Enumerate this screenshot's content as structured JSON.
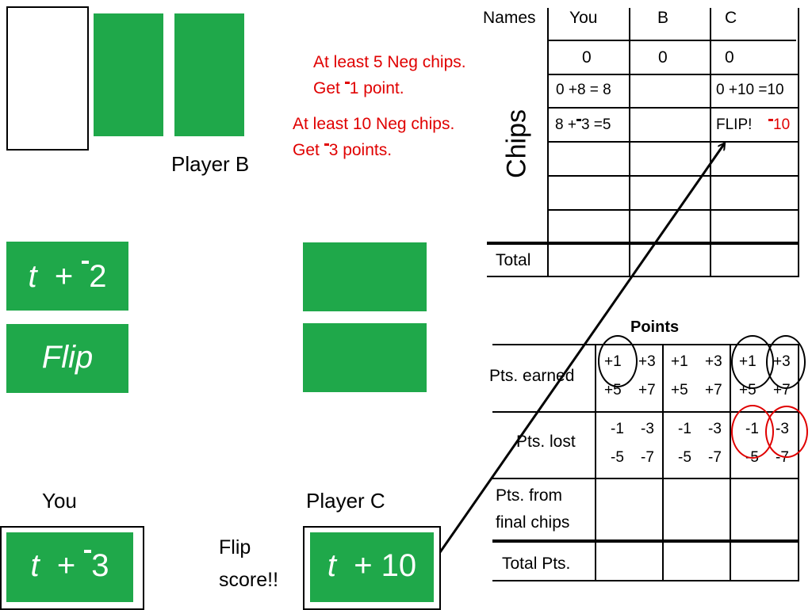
{
  "player_b": {
    "label": "Player B"
  },
  "player_c": {
    "label": "Player C"
  },
  "you": {
    "label": "You"
  },
  "cards": {
    "left_top": {
      "var": "t",
      "op": "+",
      "value": "2",
      "value_neg": true
    },
    "left_flip": "Flip",
    "you_card": {
      "var": "t",
      "op": "+",
      "value": "3",
      "value_neg": true
    },
    "c_card": {
      "var": "t",
      "op": "+",
      "value": "10"
    }
  },
  "flip_note": {
    "line1": "Flip",
    "line2": "score!!"
  },
  "rules": {
    "rule1_line1": "At least 5 Neg chips.",
    "rule1_line2_pre": "Get ",
    "rule1_line2_post": "1 point.",
    "rule2_line1": "At least 10 Neg chips.",
    "rule2_line2_pre": "Get ",
    "rule2_line2_post": "3 points.",
    "color": "#e00000"
  },
  "chips_table": {
    "header": {
      "names": "Names",
      "cols": [
        "You",
        "B",
        "C"
      ]
    },
    "side_label": "Chips",
    "rows": {
      "r1": [
        "0",
        "0",
        "0"
      ],
      "r2_you": "0 +8 = 8",
      "r2_c": "0 +10 =10",
      "r3_you_pre": "8 +",
      "r3_you_post": "3 =5",
      "r3_c_flip": "FLIP!",
      "r3_c_val": "10"
    },
    "total_label": "Total"
  },
  "points_table": {
    "title": "Points",
    "rows": {
      "earned": "Pts. earned",
      "lost": "Pts. lost",
      "final_line1": "Pts. from",
      "final_line2": "final chips",
      "total": "Total Pts."
    },
    "earned_vals": {
      "a": "+1",
      "b": "+3",
      "c": "+5",
      "d": "+7"
    },
    "lost_vals": {
      "a": "-1",
      "b": "-3",
      "c": "-5",
      "d": "-7"
    }
  },
  "colors": {
    "card_green": "#1fa84a",
    "circle_red": "#e00000"
  }
}
